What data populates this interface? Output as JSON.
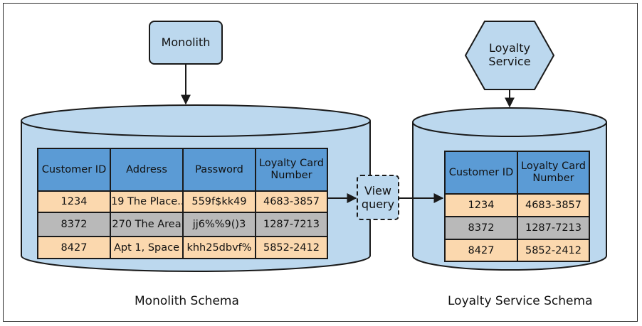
{
  "monolith": {
    "label": "Monolith"
  },
  "loyalty_service": {
    "label": "Loyalty Service"
  },
  "view_query": {
    "label": "View query"
  },
  "monolith_schema": {
    "caption": "Monolith Schema",
    "headers": [
      "Customer ID",
      "Address",
      "Password",
      "Loyalty Card Number"
    ],
    "rows": [
      [
        "1234",
        "19 The Place...",
        "559f$kk49",
        "4683-3857"
      ],
      [
        "8372",
        "270 The Area",
        "jj6%%9()3",
        "1287-7213"
      ],
      [
        "8427",
        "Apt 1, Space",
        "khh25dbvf%",
        "5852-2412"
      ]
    ]
  },
  "loyalty_schema": {
    "caption": "Loyalty Service Schema",
    "headers": [
      "Customer ID",
      "Loyalty Card Number"
    ],
    "rows": [
      [
        "1234",
        "4683-3857"
      ],
      [
        "8372",
        "1287-7213"
      ],
      [
        "8427",
        "5852-2412"
      ]
    ]
  },
  "colors": {
    "db_fill": "#bcd8ee",
    "header_fill": "#5b9bd5",
    "row_orange": "#fbd8ae",
    "row_gray": "#b9b9b9",
    "stroke": "#1a1a1a"
  }
}
